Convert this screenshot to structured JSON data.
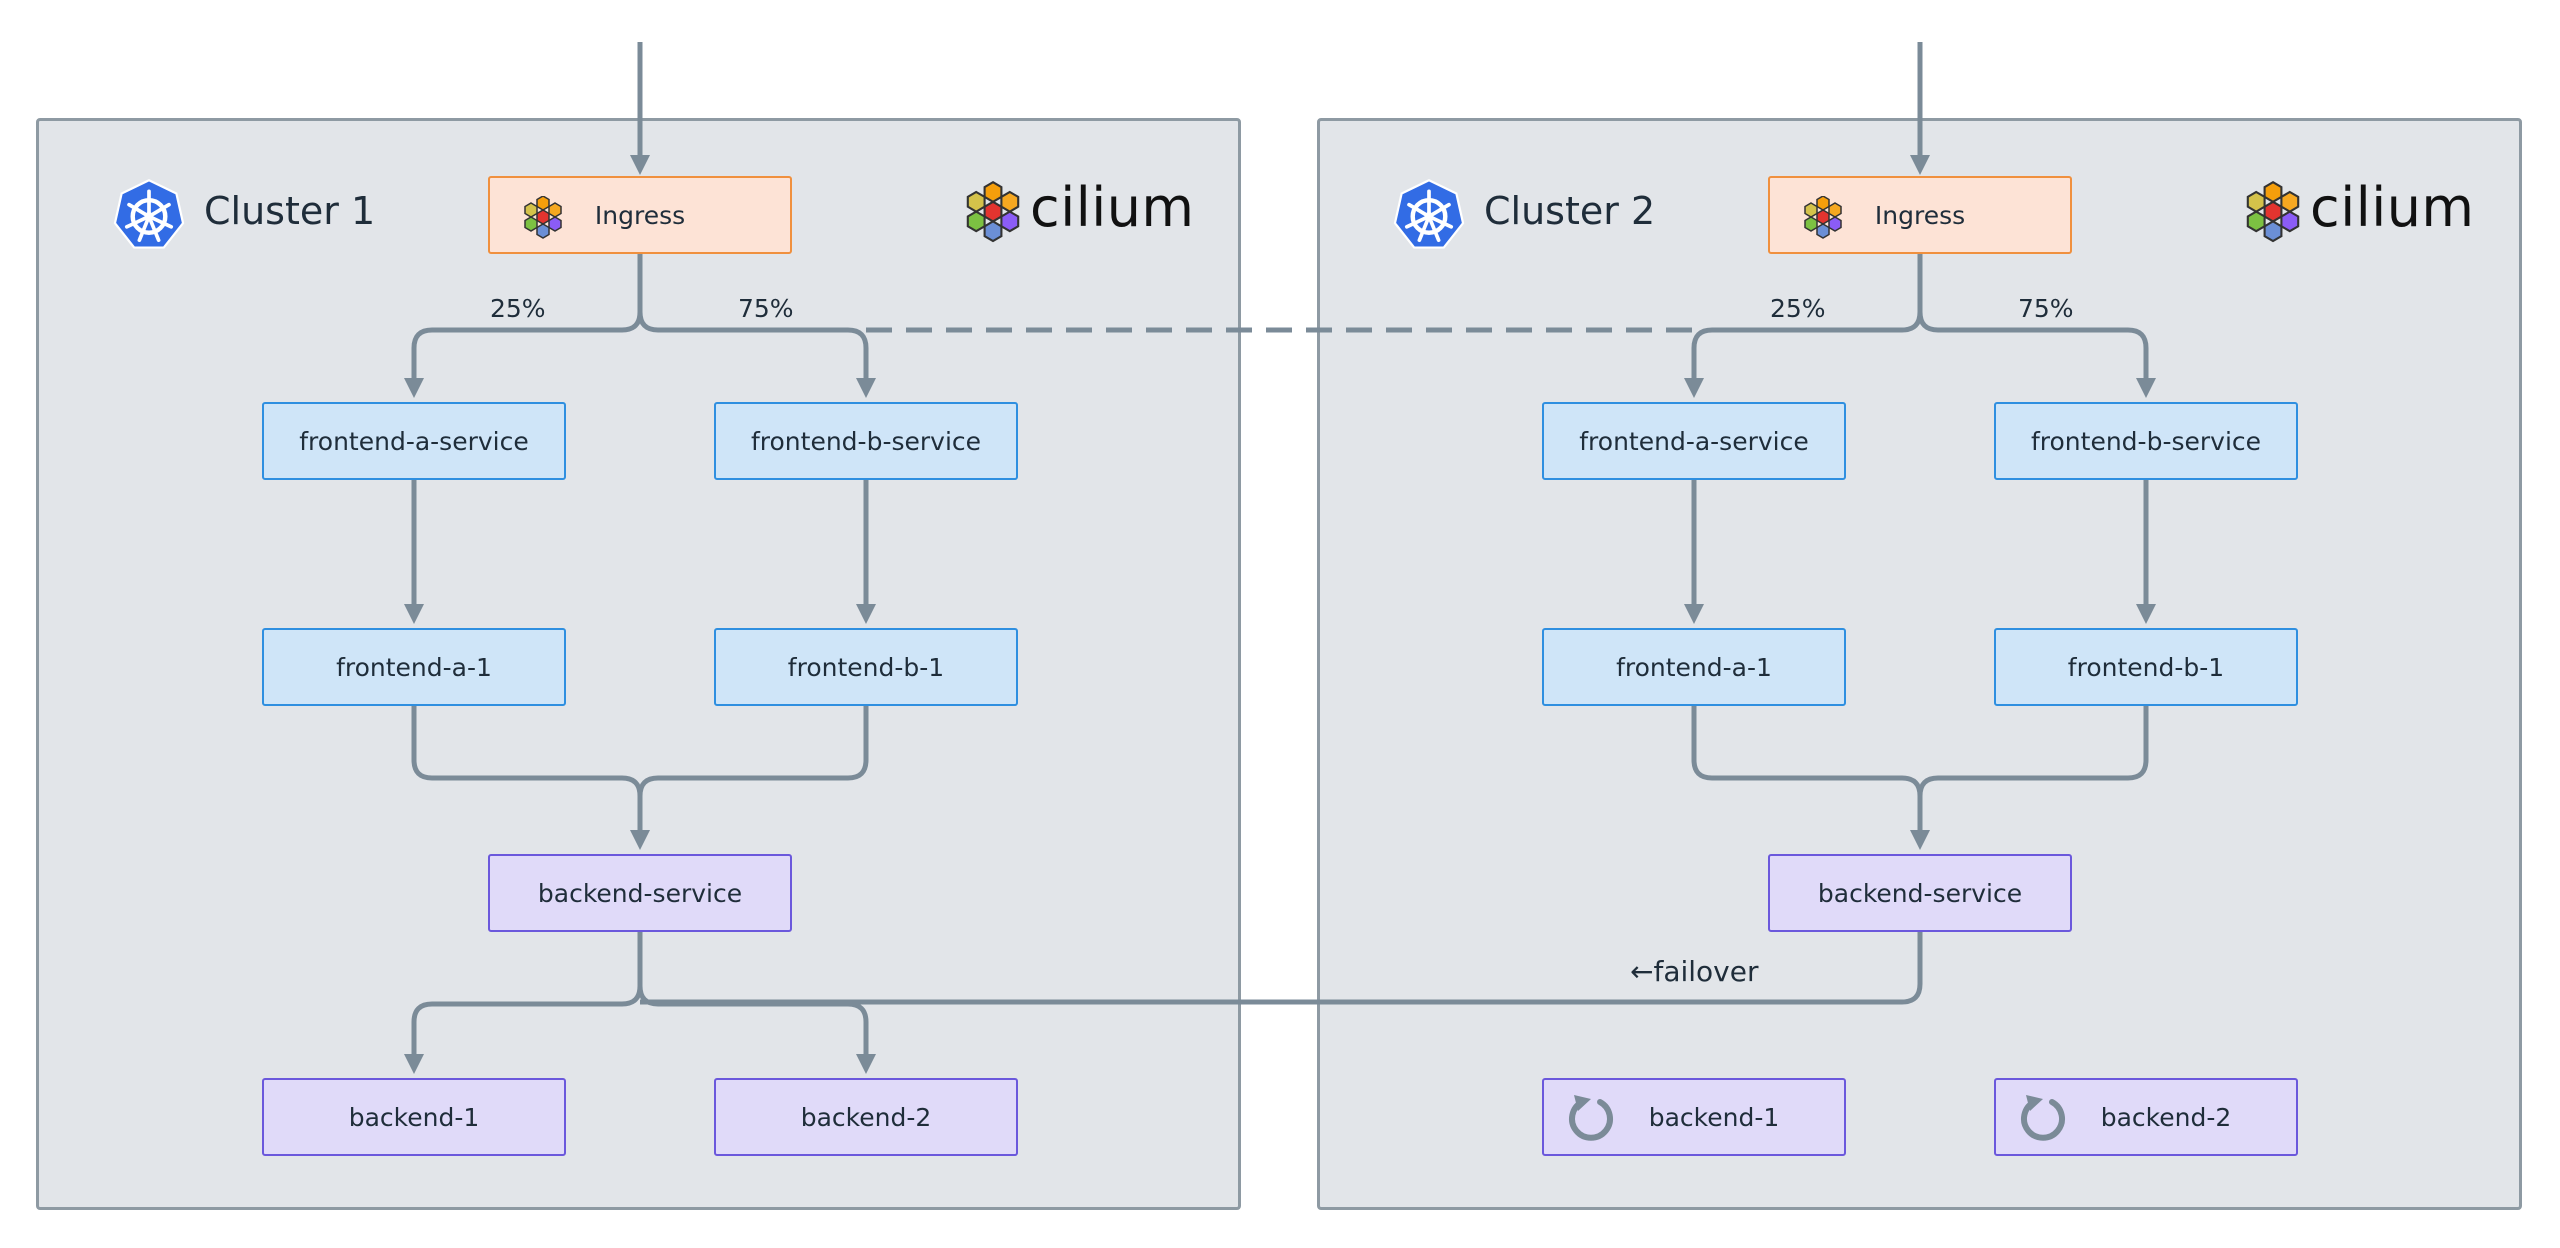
{
  "clusters": [
    {
      "title": "Cluster 1",
      "brand": "cilium",
      "ingress": "Ingress",
      "split_left": "25%",
      "split_right": "75%",
      "frontend_a_service": "frontend-a-service",
      "frontend_b_service": "frontend-b-service",
      "frontend_a_pod": "frontend-a-1",
      "frontend_b_pod": "frontend-b-1",
      "backend_service": "backend-service",
      "backend_1": "backend-1",
      "backend_2": "backend-2"
    },
    {
      "title": "Cluster 2",
      "brand": "cilium",
      "ingress": "Ingress",
      "split_left": "25%",
      "split_right": "75%",
      "frontend_a_service": "frontend-a-service",
      "frontend_b_service": "frontend-b-service",
      "frontend_a_pod": "frontend-a-1",
      "frontend_b_pod": "frontend-b-1",
      "backend_service": "backend-service",
      "backend_1": "backend-1",
      "backend_2": "backend-2"
    }
  ],
  "failover_label": "←failover",
  "colors": {
    "cluster_fill": "#e2e5e9",
    "cluster_border": "#8e9aa3",
    "connector": "#7b8b98",
    "service_fill": "#cfe5f8",
    "service_border": "#2f8fe0",
    "backend_fill": "#e0daf9",
    "backend_border": "#6b58dc",
    "ingress_fill": "#fde3d6",
    "ingress_border": "#f0903e",
    "kubernetes_blue": "#326ce5"
  },
  "icons": {
    "cluster_logo": "kubernetes-helm-icon",
    "brand_logo": "cilium-hexagon-icon",
    "ingress_logo": "cilium-hexagon-icon",
    "restarting_pod": "restart-icon"
  }
}
